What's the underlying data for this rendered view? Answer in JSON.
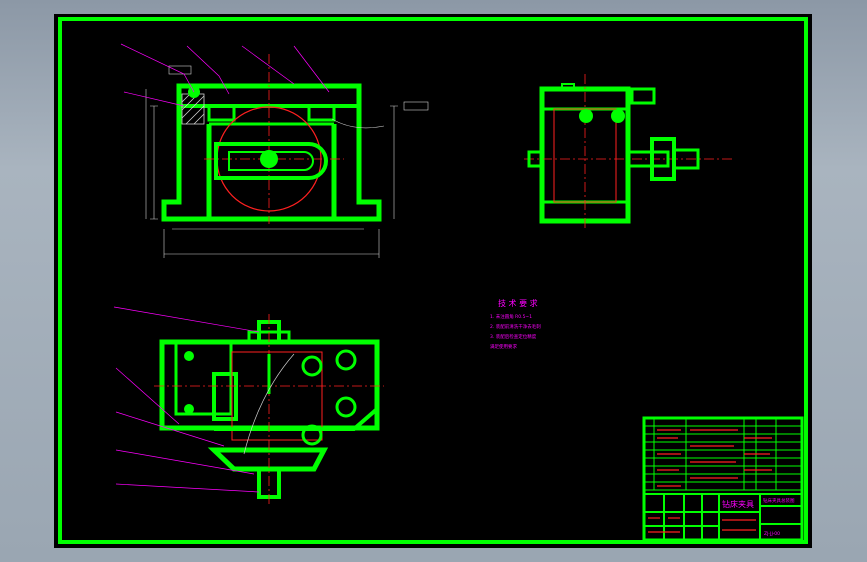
{
  "drawing": {
    "tech_title": "技 术 要 求",
    "tech_notes": [
      "1. 未注圆角 R0.5~1",
      "2. 装配前清洗干净去毛刺",
      "3. 装配后检查定位精度",
      "   满足使用要求"
    ],
    "title_block": {
      "name": "钻床夹具",
      "sub_name": "钻床夹具总装图",
      "drawing_no": "ZJ-JJ-00"
    },
    "colors": {
      "background": "#000000",
      "outline": "#00ff00",
      "center": "#ff2020",
      "leader": "#ff00ff",
      "hatch": "#d0d0d0"
    }
  }
}
